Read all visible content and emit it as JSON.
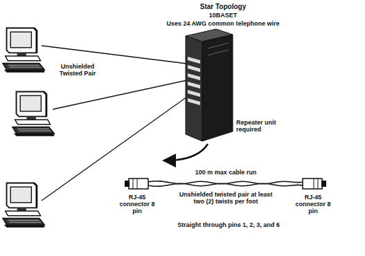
{
  "diagram": {
    "title": "Star Topology",
    "labels": [
      "10BASET",
      "Uses 24 AWG common telephone wire",
      "Unshielded Twisted Pair",
      "Repeater unit required",
      "100 m max cable run",
      "Unshielded twisted pair at least two (2) twists per foot",
      "RJ-45 connector 8 pin",
      "RJ-45 connector 8 pin",
      "Straight through pins 1, 2, 3, and 6"
    ]
  }
}
